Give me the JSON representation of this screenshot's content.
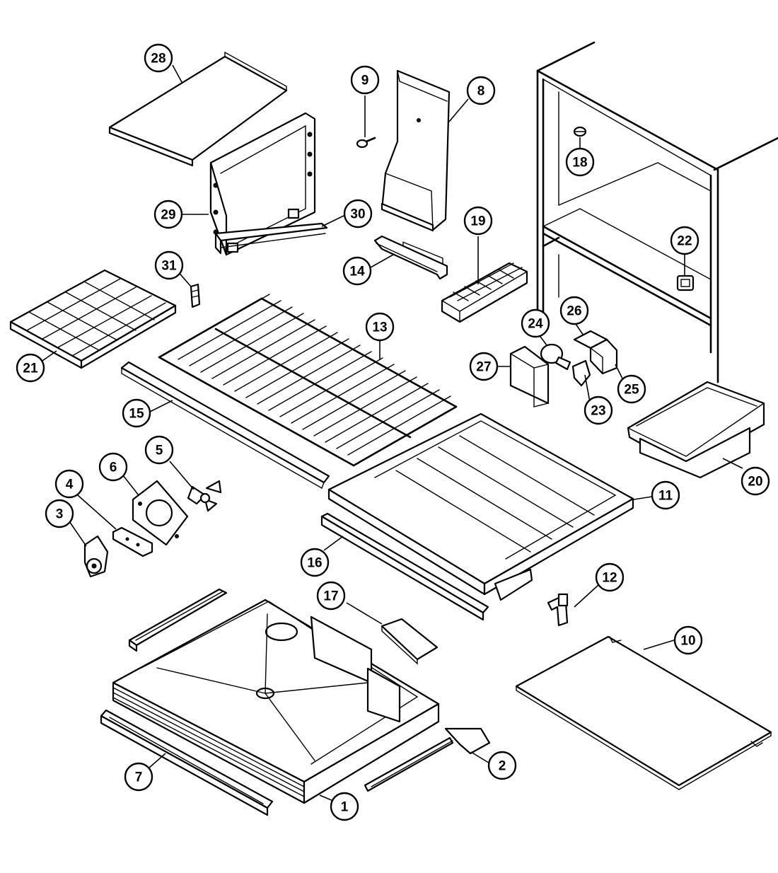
{
  "callouts": [
    {
      "id": "c28",
      "label": "28"
    },
    {
      "id": "c9",
      "label": "9"
    },
    {
      "id": "c8",
      "label": "8"
    },
    {
      "id": "c18",
      "label": "18"
    },
    {
      "id": "c29",
      "label": "29"
    },
    {
      "id": "c30",
      "label": "30"
    },
    {
      "id": "c19",
      "label": "19"
    },
    {
      "id": "c22",
      "label": "22"
    },
    {
      "id": "c31",
      "label": "31"
    },
    {
      "id": "c14",
      "label": "14"
    },
    {
      "id": "c26",
      "label": "26"
    },
    {
      "id": "c24",
      "label": "24"
    },
    {
      "id": "c13",
      "label": "13"
    },
    {
      "id": "c21",
      "label": "21"
    },
    {
      "id": "c27",
      "label": "27"
    },
    {
      "id": "c25",
      "label": "25"
    },
    {
      "id": "c23",
      "label": "23"
    },
    {
      "id": "c15",
      "label": "15"
    },
    {
      "id": "c5",
      "label": "5"
    },
    {
      "id": "c6",
      "label": "6"
    },
    {
      "id": "c4",
      "label": "4"
    },
    {
      "id": "c20",
      "label": "20"
    },
    {
      "id": "c11",
      "label": "11"
    },
    {
      "id": "c3",
      "label": "3"
    },
    {
      "id": "c16",
      "label": "16"
    },
    {
      "id": "c12",
      "label": "12"
    },
    {
      "id": "c17",
      "label": "17"
    },
    {
      "id": "c10",
      "label": "10"
    },
    {
      "id": "c2",
      "label": "2"
    },
    {
      "id": "c7",
      "label": "7"
    },
    {
      "id": "c1",
      "label": "1"
    }
  ]
}
